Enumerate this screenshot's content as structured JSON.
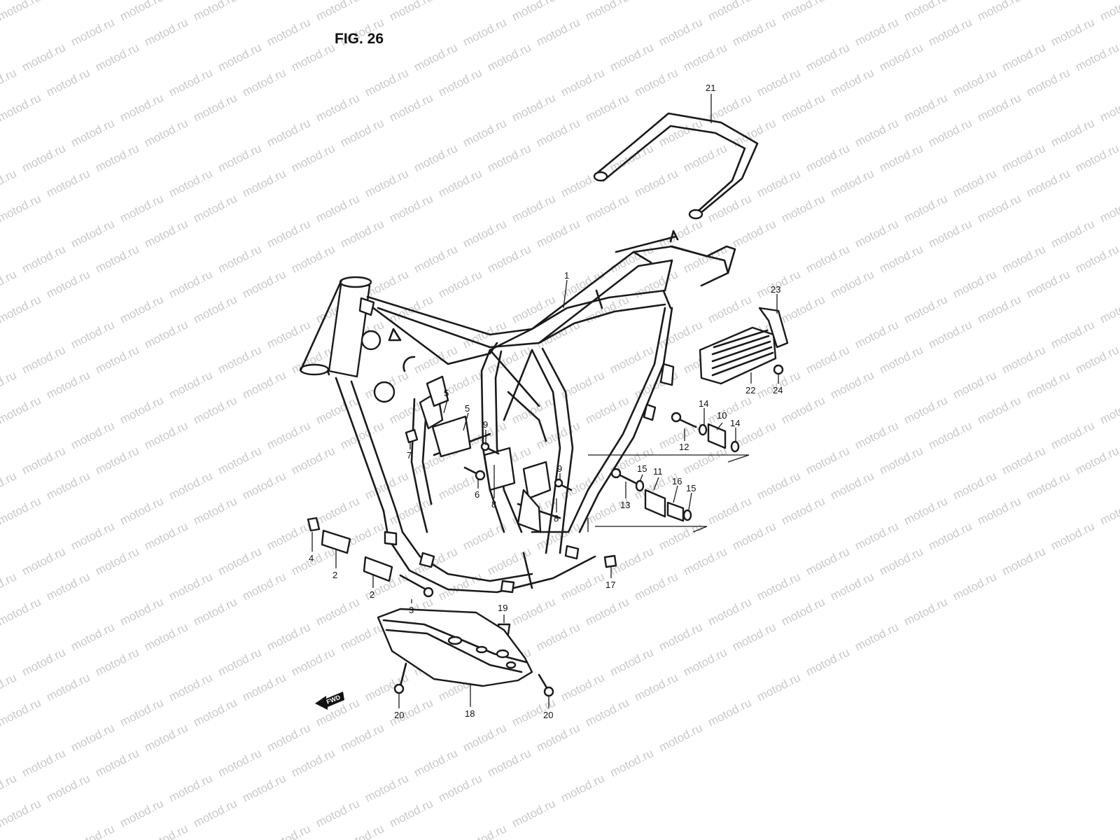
{
  "figure": {
    "title": "FIG. 26"
  },
  "watermark": {
    "text": "motod.ru",
    "color": "#c9c9c9"
  },
  "direction_badge": {
    "label": "FWD"
  },
  "callouts": [
    {
      "id": "c1",
      "label": "1"
    },
    {
      "id": "c2a",
      "label": "2"
    },
    {
      "id": "c2b",
      "label": "2"
    },
    {
      "id": "c3",
      "label": "3"
    },
    {
      "id": "c4",
      "label": "4"
    },
    {
      "id": "c5a",
      "label": "5"
    },
    {
      "id": "c5b",
      "label": "5"
    },
    {
      "id": "c6",
      "label": "6"
    },
    {
      "id": "c7",
      "label": "7"
    },
    {
      "id": "c8a",
      "label": "8"
    },
    {
      "id": "c8b",
      "label": "8"
    },
    {
      "id": "c9a",
      "label": "9"
    },
    {
      "id": "c9b",
      "label": "9"
    },
    {
      "id": "c10",
      "label": "10"
    },
    {
      "id": "c11",
      "label": "11"
    },
    {
      "id": "c12",
      "label": "12"
    },
    {
      "id": "c13",
      "label": "13"
    },
    {
      "id": "c14a",
      "label": "14"
    },
    {
      "id": "c14b",
      "label": "14"
    },
    {
      "id": "c15a",
      "label": "15"
    },
    {
      "id": "c15b",
      "label": "15"
    },
    {
      "id": "c16",
      "label": "16"
    },
    {
      "id": "c17",
      "label": "17"
    },
    {
      "id": "c18",
      "label": "18"
    },
    {
      "id": "c19",
      "label": "19"
    },
    {
      "id": "c20a",
      "label": "20"
    },
    {
      "id": "c20b",
      "label": "20"
    },
    {
      "id": "c21",
      "label": "21"
    },
    {
      "id": "c22",
      "label": "22"
    },
    {
      "id": "c23",
      "label": "23"
    },
    {
      "id": "c24",
      "label": "24"
    }
  ]
}
